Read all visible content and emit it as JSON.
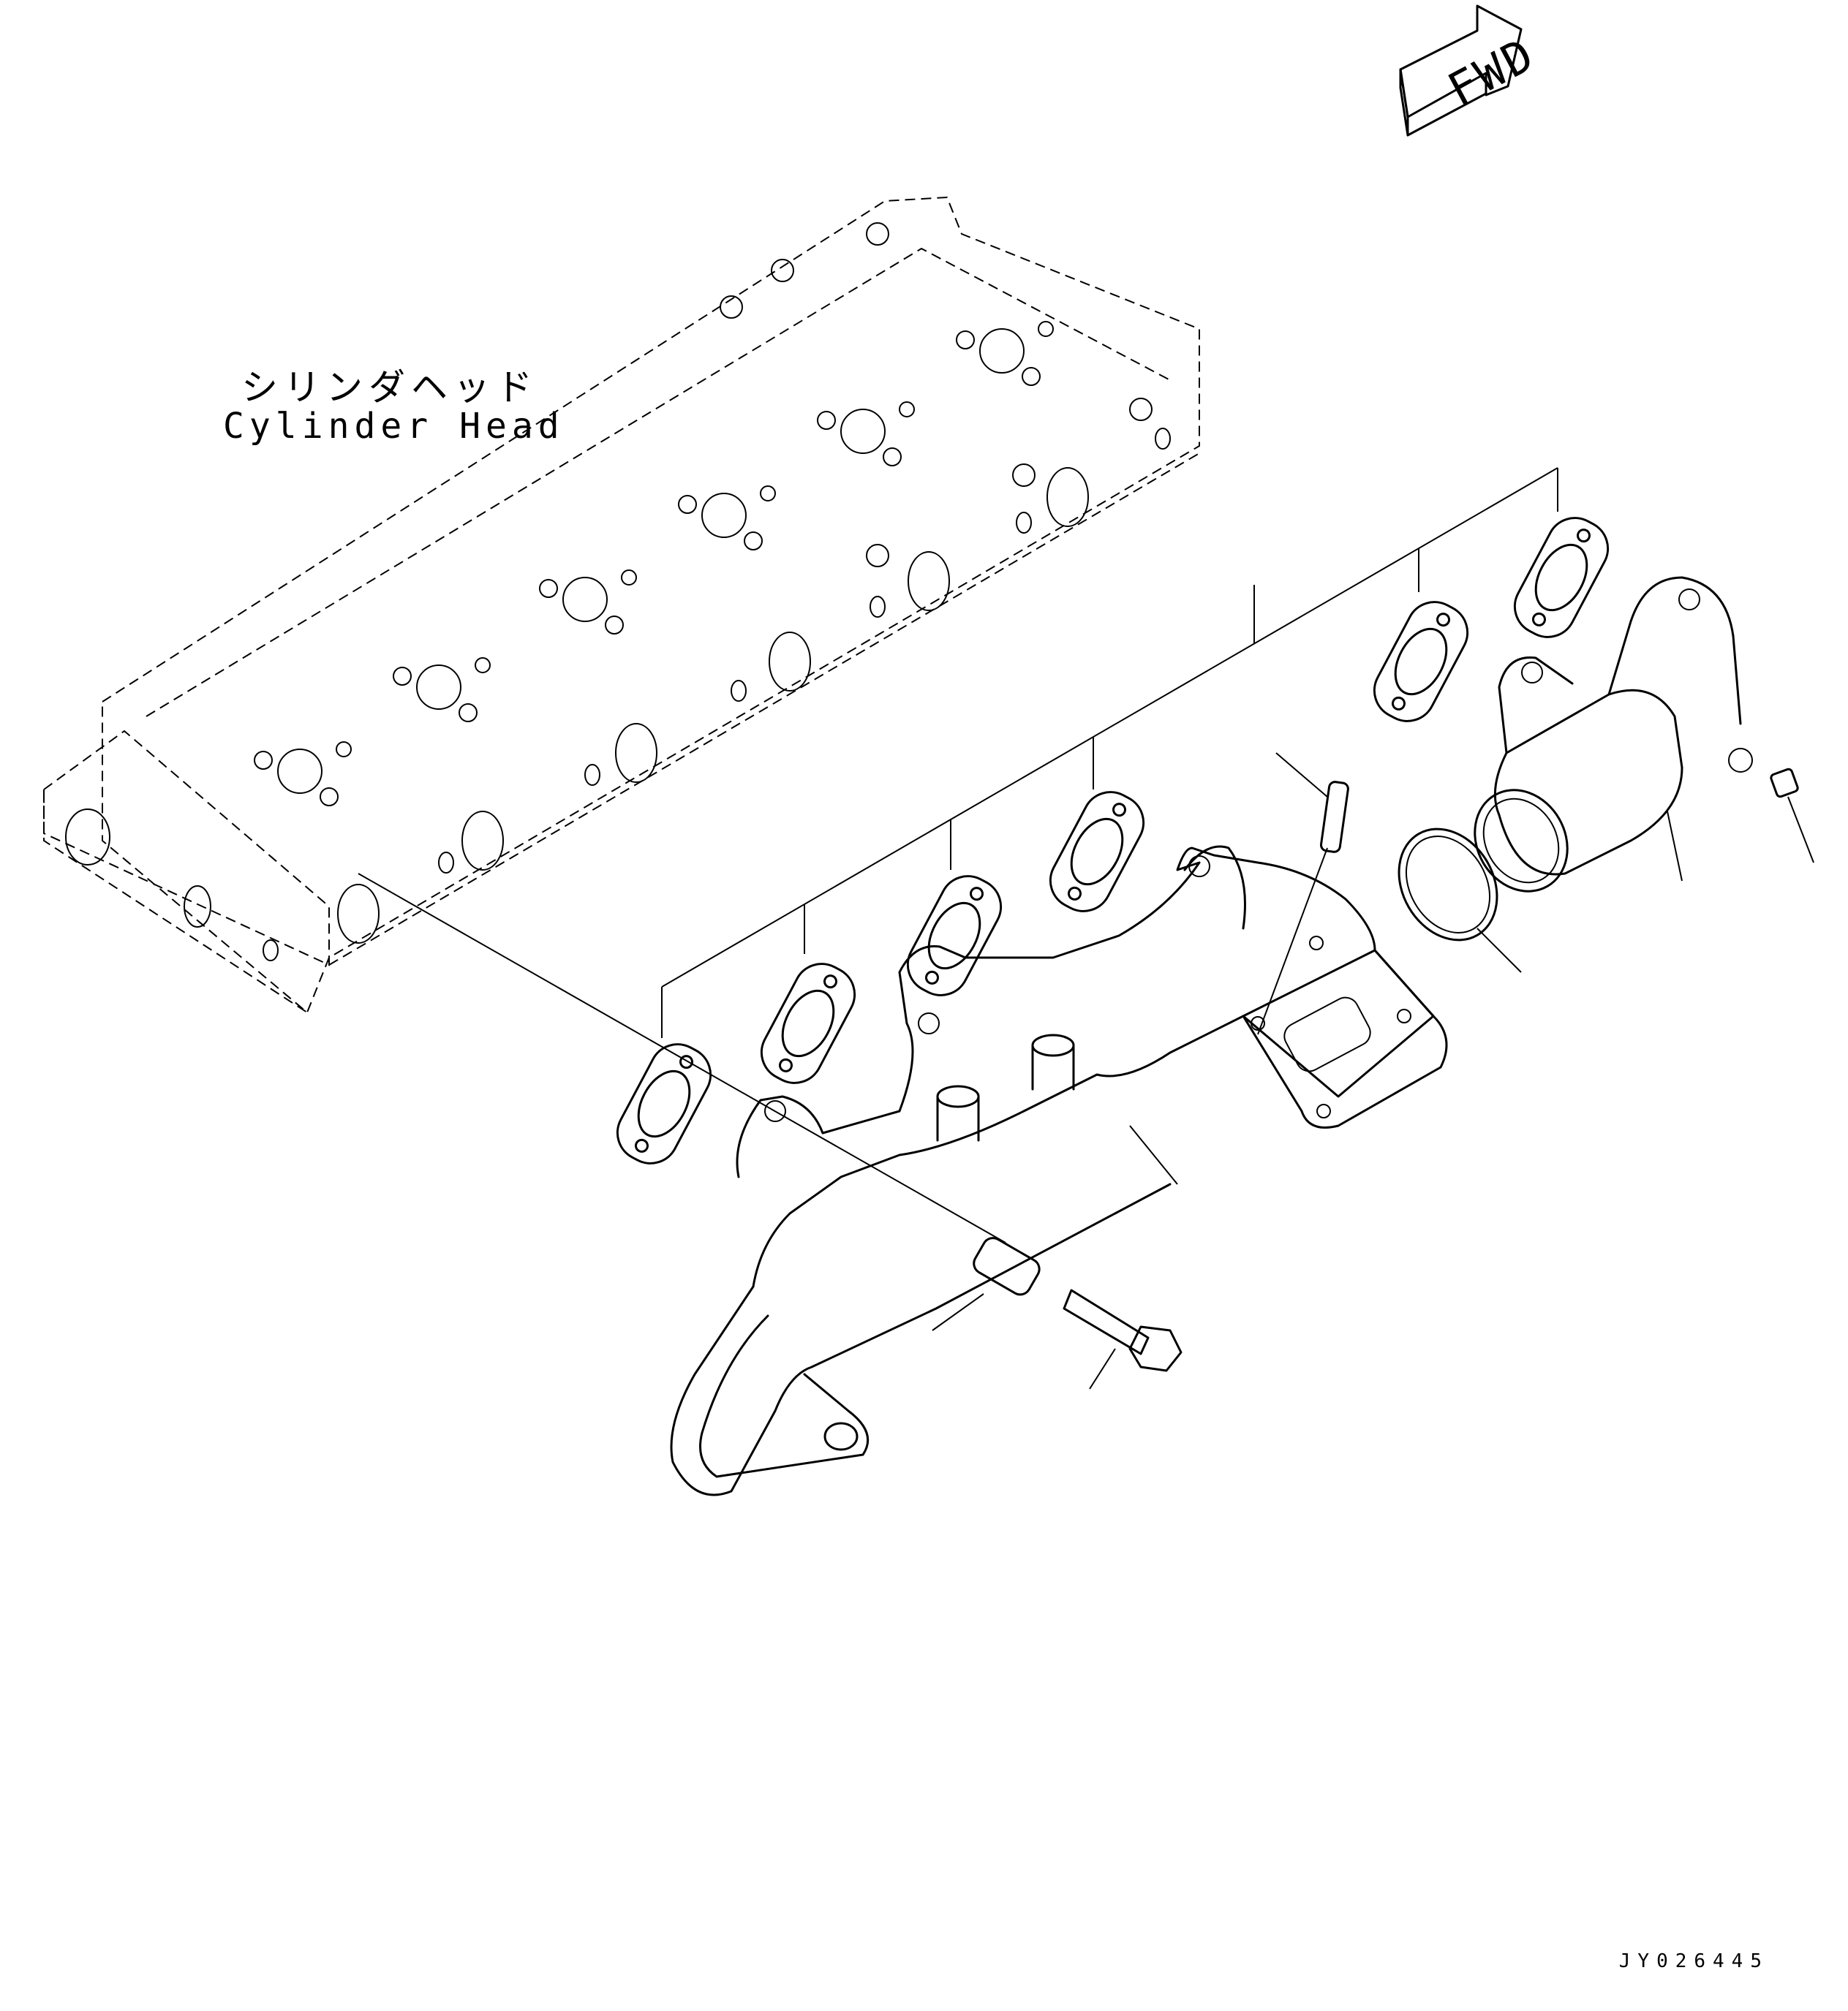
{
  "labels": {
    "cylinder_head_ja": "シリンダヘッド",
    "cylinder_head_en": "Cylinder Head",
    "fwd": "FWD",
    "drawing_number": "JY026445"
  },
  "icons": {
    "fwd_arrow": "fwd-arrow-icon"
  },
  "colors": {
    "line": "#000000",
    "background": "#ffffff"
  }
}
